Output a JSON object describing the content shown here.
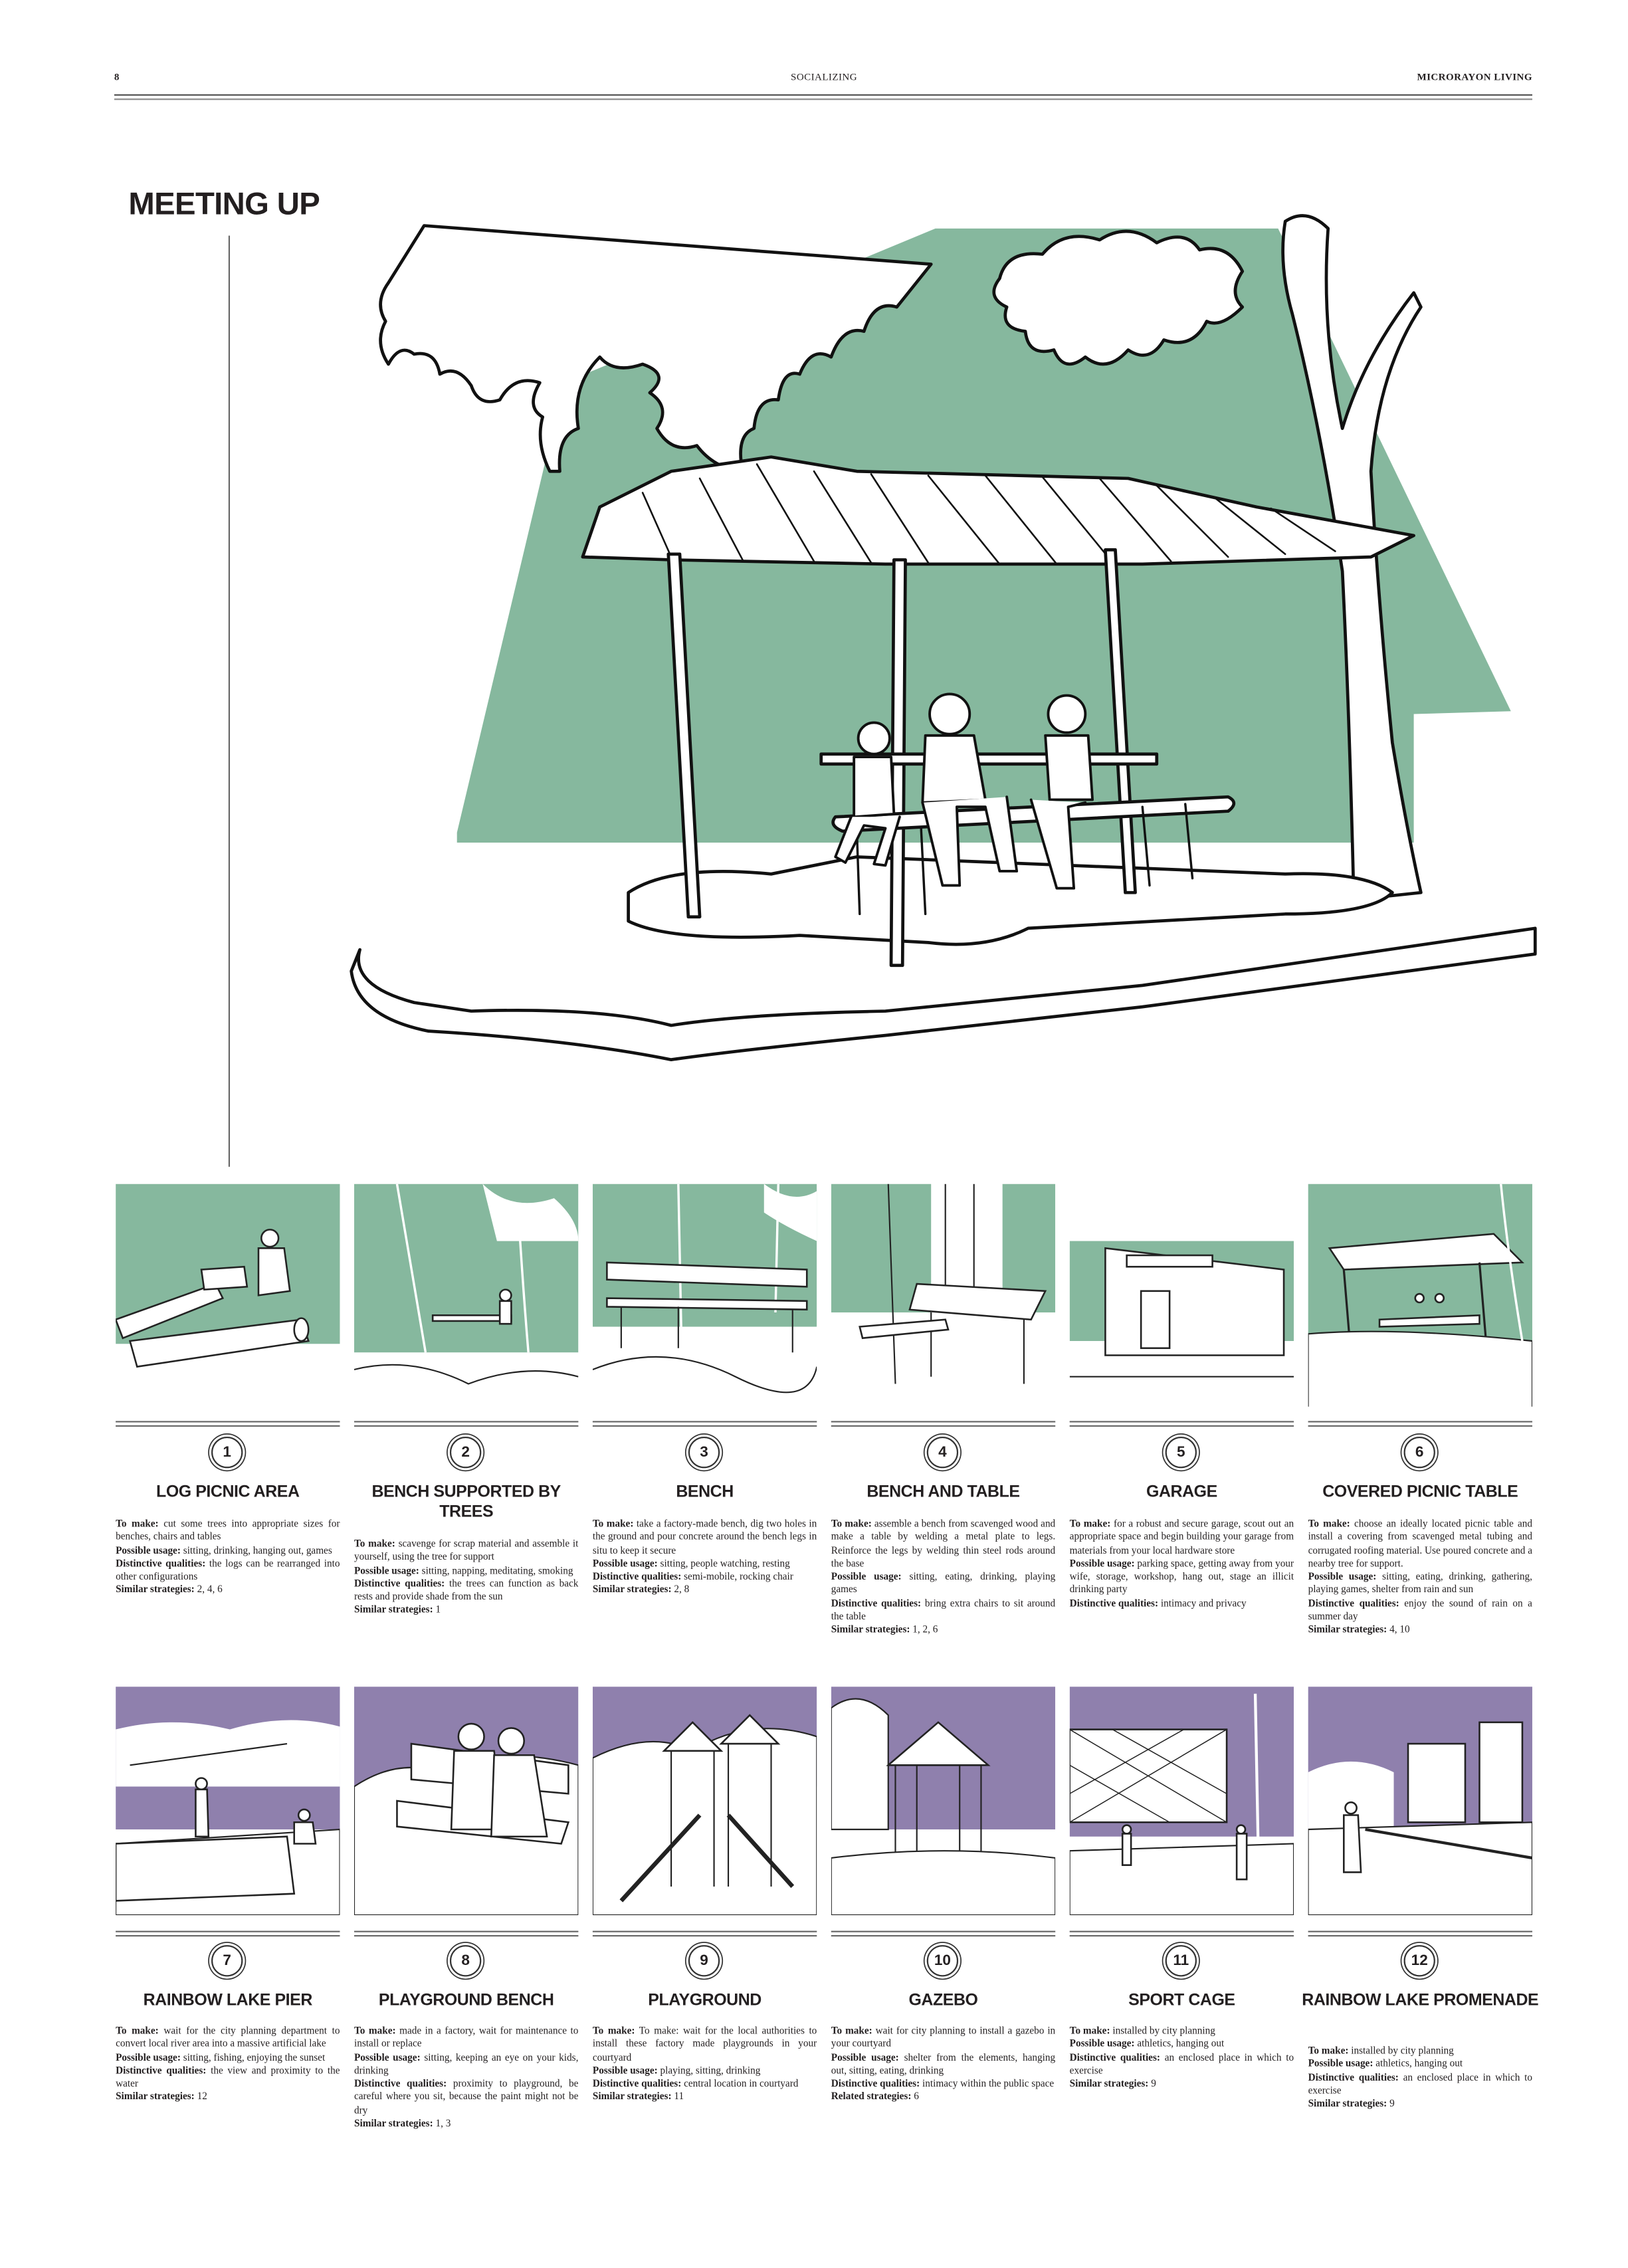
{
  "header": {
    "page_number": "8",
    "section": "SOCIALIZING",
    "publication": "MICRORAYON LIVING"
  },
  "title": "MEETING UP",
  "colors": {
    "green": "#86b89e",
    "purple": "#8f80ad",
    "ink": "#231f20"
  },
  "items": [
    {
      "number": "1",
      "title": "LOG PICNIC AREA",
      "fields": [
        {
          "label": "To make:",
          "text": "cut some trees into appropriate sizes for benches, chairs and tables"
        },
        {
          "label": "Possible usage:",
          "text": "sitting, drinking, hanging out, games"
        },
        {
          "label": "Distinctive qualities:",
          "text": "the logs can be rearranged into other configurations"
        },
        {
          "label": "Similar strategies:",
          "text": "2, 4, 6"
        }
      ]
    },
    {
      "number": "2",
      "title": "BENCH SUPPORTED BY TREES",
      "fields": [
        {
          "label": "To make:",
          "text": "scavenge for scrap material and assemble it yourself, using the tree for support"
        },
        {
          "label": "Possible usage:",
          "text": "sitting, napping, meditating, smoking"
        },
        {
          "label": "Distinctive qualities:",
          "text": "the trees can function as back rests and provide shade from the sun"
        },
        {
          "label": "Similar strategies:",
          "text": "1"
        }
      ]
    },
    {
      "number": "3",
      "title": "BENCH",
      "fields": [
        {
          "label": "To make:",
          "text": "take a factory-made bench, dig two holes in the ground and pour concrete around the bench legs in situ to keep it secure"
        },
        {
          "label": "Possible usage:",
          "text": "sitting, people watching, resting"
        },
        {
          "label": "Distinctive qualities:",
          "text": "semi-mobile, rocking chair"
        },
        {
          "label": "Similar strategies:",
          "text": "2, 8"
        }
      ]
    },
    {
      "number": "4",
      "title": "BENCH AND TABLE",
      "fields": [
        {
          "label": "To make:",
          "text": "assemble a bench from scavenged wood and make a table by welding a metal plate to legs. Reinforce the legs by welding thin steel rods around the base"
        },
        {
          "label": "Possible usage:",
          "text": "sitting, eating, drinking, playing games"
        },
        {
          "label": "Distinctive qualities:",
          "text": "bring extra chairs to sit around the table"
        },
        {
          "label": "Similar strategies:",
          "text": "1, 2, 6"
        }
      ]
    },
    {
      "number": "5",
      "title": "GARAGE",
      "fields": [
        {
          "label": "To make:",
          "text": "for a robust and secure garage, scout out an appropriate space and begin building your garage from materials from your local hardware store"
        },
        {
          "label": "Possible usage:",
          "text": "parking space, getting away from your wife, storage, workshop, hang out, stage an illicit drinking party"
        },
        {
          "label": "Distinctive qualities:",
          "text": "intimacy and privacy"
        }
      ]
    },
    {
      "number": "6",
      "title": "COVERED PICNIC TABLE",
      "fields": [
        {
          "label": "To make:",
          "text": "choose an ideally located picnic table and install a covering from scavenged metal tubing and corrugated roofing material. Use poured concrete and a nearby tree for support."
        },
        {
          "label": "Possible usage:",
          "text": "sitting, eating, drinking, gathering, playing games, shelter from rain and sun"
        },
        {
          "label": "Distinctive qualities:",
          "text": "enjoy the sound of rain on a summer day"
        },
        {
          "label": "Similar strategies:",
          "text": "4, 10"
        }
      ]
    },
    {
      "number": "7",
      "title": "RAINBOW LAKE PIER",
      "fields": [
        {
          "label": "To make:",
          "text": "wait for the city planning department to convert local river area into a massive artificial lake"
        },
        {
          "label": "Possible usage:",
          "text": "sitting, fishing, enjoying the sunset"
        },
        {
          "label": "Distinctive qualities:",
          "text": "the view and proximity to the water"
        },
        {
          "label": "Similar strategies:",
          "text": "12"
        }
      ]
    },
    {
      "number": "8",
      "title": "PLAYGROUND BENCH",
      "fields": [
        {
          "label": "To make:",
          "text": "made in a factory, wait for maintenance to install or replace"
        },
        {
          "label": "Possible usage:",
          "text": "sitting, keeping an eye on your kids, drinking"
        },
        {
          "label": "Distinctive qualities:",
          "text": "proximity to playground, be careful where you sit, because the paint might not be dry"
        },
        {
          "label": "Similar strategies:",
          "text": "1, 3"
        }
      ]
    },
    {
      "number": "9",
      "title": "PLAYGROUND",
      "fields": [
        {
          "label": "To make:",
          "text": "To make: wait for the local authorities to install these factory made playgrounds in your courtyard"
        },
        {
          "label": "Possible usage:",
          "text": "playing, sitting, drinking"
        },
        {
          "label": "Distinctive qualities:",
          "text": "central location in courtyard"
        },
        {
          "label": "Similar strategies:",
          "text": "11"
        }
      ]
    },
    {
      "number": "10",
      "title": "GAZEBO",
      "fields": [
        {
          "label": "To make:",
          "text": "wait for city planning to install a gazebo in your courtyard"
        },
        {
          "label": "Possible usage:",
          "text": "shelter from the elements, hanging out, sitting, eating, drinking"
        },
        {
          "label": "Distinctive qualities:",
          "text": "intimacy within the public space"
        },
        {
          "label": "Related strategies:",
          "text": "6"
        }
      ]
    },
    {
      "number": "11",
      "title": "SPORT CAGE",
      "fields": [
        {
          "label": "To make:",
          "text": "installed by city planning"
        },
        {
          "label": "Possible usage:",
          "text": "athletics, hanging out"
        },
        {
          "label": "Distinctive qualities:",
          "text": "an enclosed place in which to exercise"
        },
        {
          "label": "Similar strategies:",
          "text": "9"
        }
      ]
    },
    {
      "number": "12",
      "title": "RAINBOW LAKE PROMENADE",
      "fields": [
        {
          "label": "To make:",
          "text": "installed by city planning"
        },
        {
          "label": "Possible usage:",
          "text": "athletics, hanging out"
        },
        {
          "label": "Distinctive qualities:",
          "text": "an enclosed place in which to exercise"
        },
        {
          "label": "Similar strategies:",
          "text": "9"
        }
      ]
    }
  ]
}
